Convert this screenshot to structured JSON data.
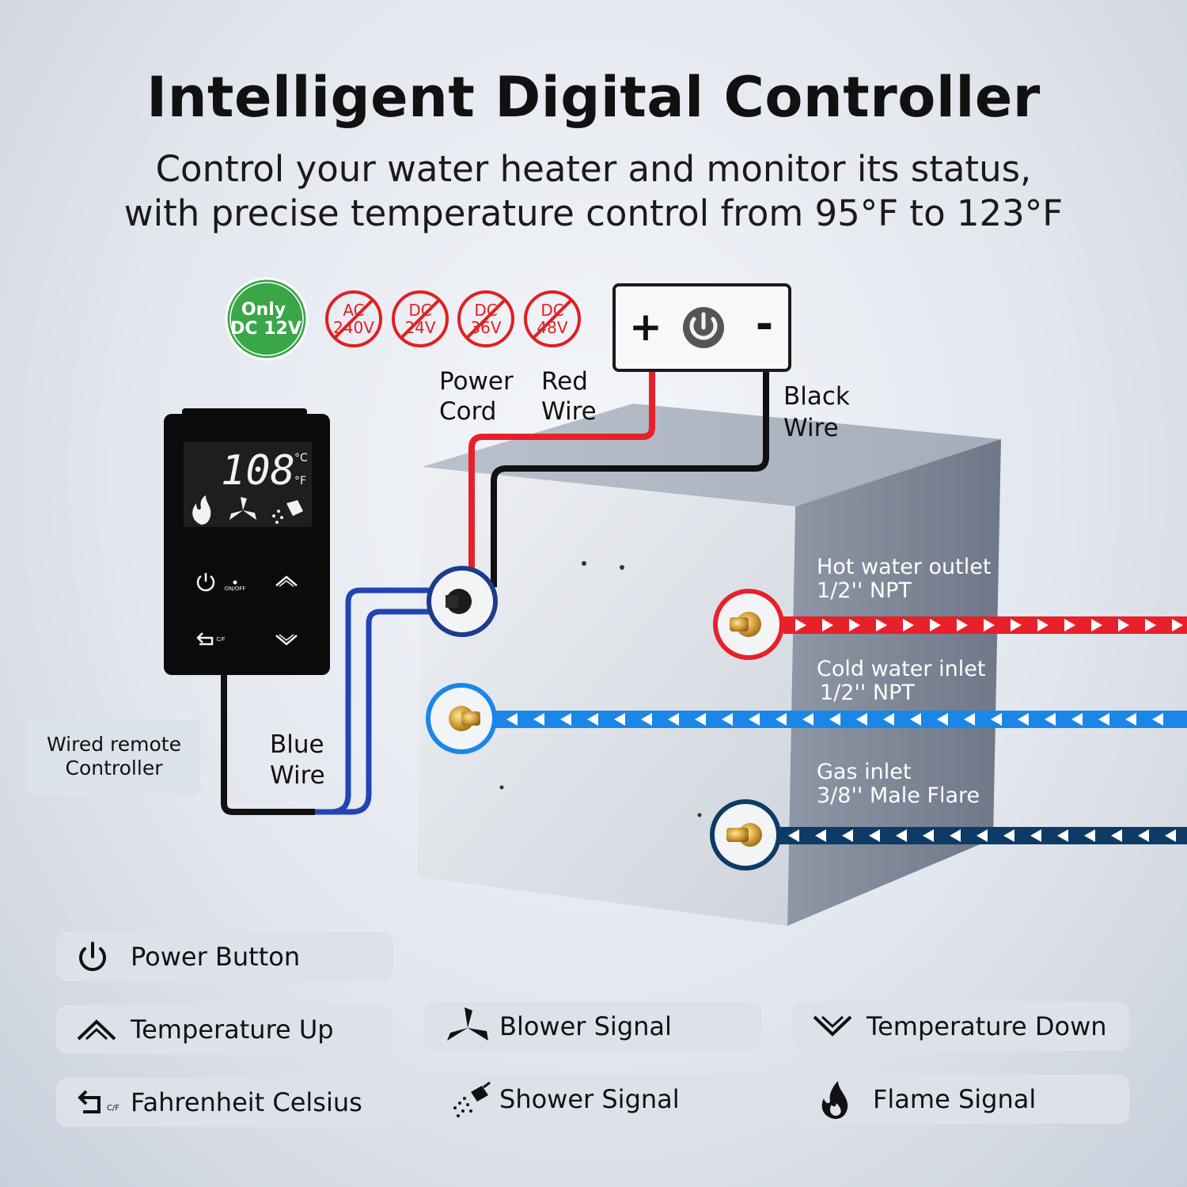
{
  "header": {
    "title": "Intelligent Digital Controller",
    "subtitle_line1": "Control your water heater and monitor its status,",
    "subtitle_line2": "with precise temperature control from 95°F to 123°F"
  },
  "voltage_badges": {
    "allowed": {
      "line1": "Only",
      "line2": "DC 12V"
    },
    "forbidden": [
      {
        "line1": "AC",
        "line2": "240V"
      },
      {
        "line1": "DC",
        "line2": "24V"
      },
      {
        "line1": "DC",
        "line2": "36V"
      },
      {
        "line1": "DC",
        "line2": "48V"
      }
    ]
  },
  "power_box": {
    "plus": "+",
    "minus": "-"
  },
  "labels": {
    "power_cord_1": "Power",
    "power_cord_2": "Cord",
    "red_wire_1": "Red",
    "red_wire_2": "Wire",
    "black_wire_1": "Black",
    "black_wire_2": "Wire",
    "blue_wire_1": "Blue",
    "blue_wire_2": "Wire",
    "hot_1": "Hot water outlet",
    "hot_2": "1/2'' NPT",
    "cold_1": "Cold water inlet",
    "cold_2": "1/2'' NPT",
    "gas_1": "Gas inlet",
    "gas_2": "3/8'' Male Flare"
  },
  "controller": {
    "display_value": "108",
    "unit_c": "°C",
    "unit_f": "°F",
    "onoff_label": "ON/OFF",
    "cf_label": "C/F"
  },
  "callout": {
    "line1": "Wired remote",
    "line2": "Controller"
  },
  "legend": [
    {
      "icon": "power-icon",
      "label": "Power Button"
    },
    {
      "icon": "chevron-up-icon",
      "label": "Temperature Up"
    },
    {
      "icon": "return-icon",
      "label": "Fahrenheit Celsius",
      "tag": "C/F"
    },
    {
      "icon": "fan-icon",
      "label": "Blower Signal"
    },
    {
      "icon": "shower-icon",
      "label": "Shower Signal"
    },
    {
      "icon": "chevron-down-icon",
      "label": "Temperature Down"
    },
    {
      "icon": "flame-icon",
      "label": "Flame Signal"
    }
  ],
  "colors": {
    "hot": "#e8202a",
    "cold": "#1a86e8",
    "gas": "#0e3a66",
    "blue_wire": "#2344b5",
    "allowed_badge": "#3aa648",
    "forbidden_badge": "#e02020"
  }
}
